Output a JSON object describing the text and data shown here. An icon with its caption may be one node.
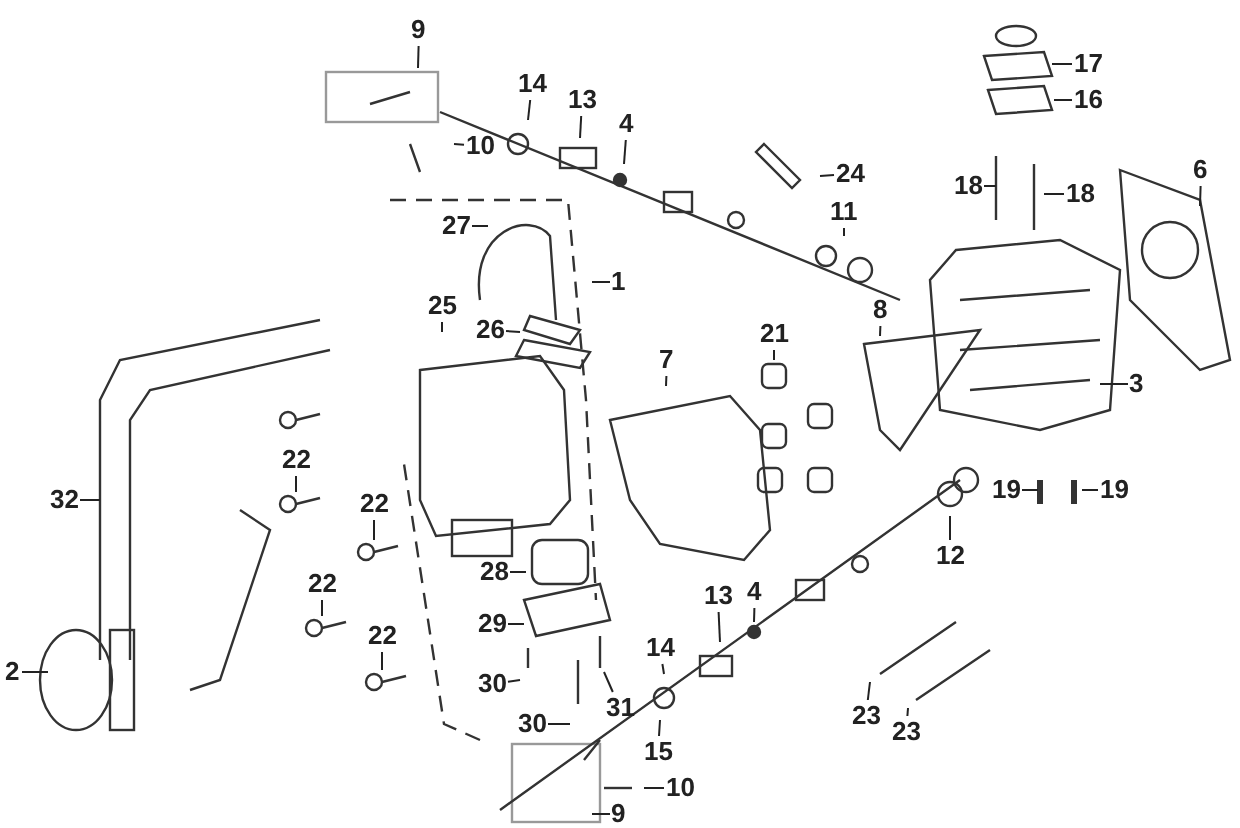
{
  "diagram": {
    "nodes": [
      {
        "text": [
          "9"
        ]
      },
      {
        "text": [
          "10"
        ]
      },
      {
        "text": [
          "14"
        ]
      },
      {
        "text": [
          "13"
        ]
      },
      {
        "text": [
          "4"
        ]
      },
      {
        "text": [
          "27"
        ]
      },
      {
        "text": [
          "1"
        ]
      },
      {
        "text": [
          "25"
        ]
      },
      {
        "text": [
          "26"
        ]
      },
      {
        "text": [
          "24"
        ]
      },
      {
        "text": [
          "11"
        ]
      },
      {
        "text": [
          "8"
        ]
      },
      {
        "text": [
          "21"
        ]
      },
      {
        "text": [
          "7"
        ]
      },
      {
        "text": [
          "17"
        ]
      },
      {
        "text": [
          "16"
        ]
      },
      {
        "text": [
          "18"
        ]
      },
      {
        "text": [
          "18"
        ]
      },
      {
        "text": [
          "6"
        ]
      },
      {
        "text": [
          "3"
        ]
      },
      {
        "text": [
          "32"
        ]
      },
      {
        "text": [
          "22"
        ]
      },
      {
        "text": [
          "22"
        ]
      },
      {
        "text": [
          "22"
        ]
      },
      {
        "text": [
          "22"
        ]
      },
      {
        "text": [
          "28"
        ]
      },
      {
        "text": [
          "29"
        ]
      },
      {
        "text": [
          "30"
        ]
      },
      {
        "text": [
          "30"
        ]
      },
      {
        "text": [
          "31"
        ]
      },
      {
        "text": [
          "2"
        ]
      },
      {
        "text": [
          "19"
        ]
      },
      {
        "text": [
          "19"
        ]
      },
      {
        "text": [
          "12"
        ]
      },
      {
        "text": [
          "4"
        ]
      },
      {
        "text": [
          "13"
        ]
      },
      {
        "text": [
          "14"
        ]
      },
      {
        "text": [
          "15"
        ]
      },
      {
        "text": [
          "10"
        ]
      },
      {
        "text": [
          "9"
        ]
      },
      {
        "text": [
          "23"
        ]
      },
      {
        "text": [
          "23"
        ]
      }
    ],
    "edges": [
      {
        "from": 0,
        "to": null,
        "arrow": "none"
      },
      {
        "from": 1,
        "to": null,
        "arrow": "none"
      },
      {
        "from": 2,
        "to": null,
        "arrow": "none"
      },
      {
        "from": 3,
        "to": null,
        "arrow": "none"
      },
      {
        "from": 4,
        "to": null,
        "arrow": "none"
      },
      {
        "from": 5,
        "to": null,
        "arrow": "none"
      },
      {
        "from": 6,
        "to": null,
        "arrow": "none"
      },
      {
        "from": 7,
        "to": null,
        "arrow": "none"
      },
      {
        "from": 8,
        "to": null,
        "arrow": "none"
      },
      {
        "from": 9,
        "to": null,
        "arrow": "none"
      },
      {
        "from": 10,
        "to": null,
        "arrow": "none"
      },
      {
        "from": 11,
        "to": null,
        "arrow": "none"
      },
      {
        "from": 12,
        "to": null,
        "arrow": "none"
      },
      {
        "from": 13,
        "to": null,
        "arrow": "none"
      },
      {
        "from": 14,
        "to": null,
        "arrow": "none"
      },
      {
        "from": 15,
        "to": null,
        "arrow": "none"
      },
      {
        "from": 16,
        "to": null,
        "arrow": "none"
      },
      {
        "from": 17,
        "to": null,
        "arrow": "none"
      },
      {
        "from": 18,
        "to": null,
        "arrow": "none"
      },
      {
        "from": 19,
        "to": null,
        "arrow": "none"
      },
      {
        "from": 20,
        "to": null,
        "arrow": "none"
      },
      {
        "from": 21,
        "to": null,
        "arrow": "none"
      },
      {
        "from": 22,
        "to": null,
        "arrow": "none"
      },
      {
        "from": 23,
        "to": null,
        "arrow": "none"
      },
      {
        "from": 24,
        "to": null,
        "arrow": "none"
      },
      {
        "from": 25,
        "to": null,
        "arrow": "none"
      },
      {
        "from": 26,
        "to": null,
        "arrow": "none"
      },
      {
        "from": 27,
        "to": null,
        "arrow": "none"
      },
      {
        "from": 28,
        "to": null,
        "arrow": "none"
      },
      {
        "from": 29,
        "to": null,
        "arrow": "none"
      },
      {
        "from": 30,
        "to": null,
        "arrow": "none"
      },
      {
        "from": 31,
        "to": null,
        "arrow": "none"
      },
      {
        "from": 32,
        "to": null,
        "arrow": "none"
      },
      {
        "from": 33,
        "to": null,
        "arrow": "none"
      },
      {
        "from": 34,
        "to": null,
        "arrow": "none"
      },
      {
        "from": 35,
        "to": null,
        "arrow": "none"
      },
      {
        "from": 36,
        "to": null,
        "arrow": "none"
      },
      {
        "from": 37,
        "to": null,
        "arrow": "none"
      },
      {
        "from": 38,
        "to": null,
        "arrow": "none"
      },
      {
        "from": 39,
        "to": null,
        "arrow": "none"
      },
      {
        "from": 40,
        "to": null,
        "arrow": "none"
      },
      {
        "from": 41,
        "to": null,
        "arrow": "none"
      }
    ]
  }
}
